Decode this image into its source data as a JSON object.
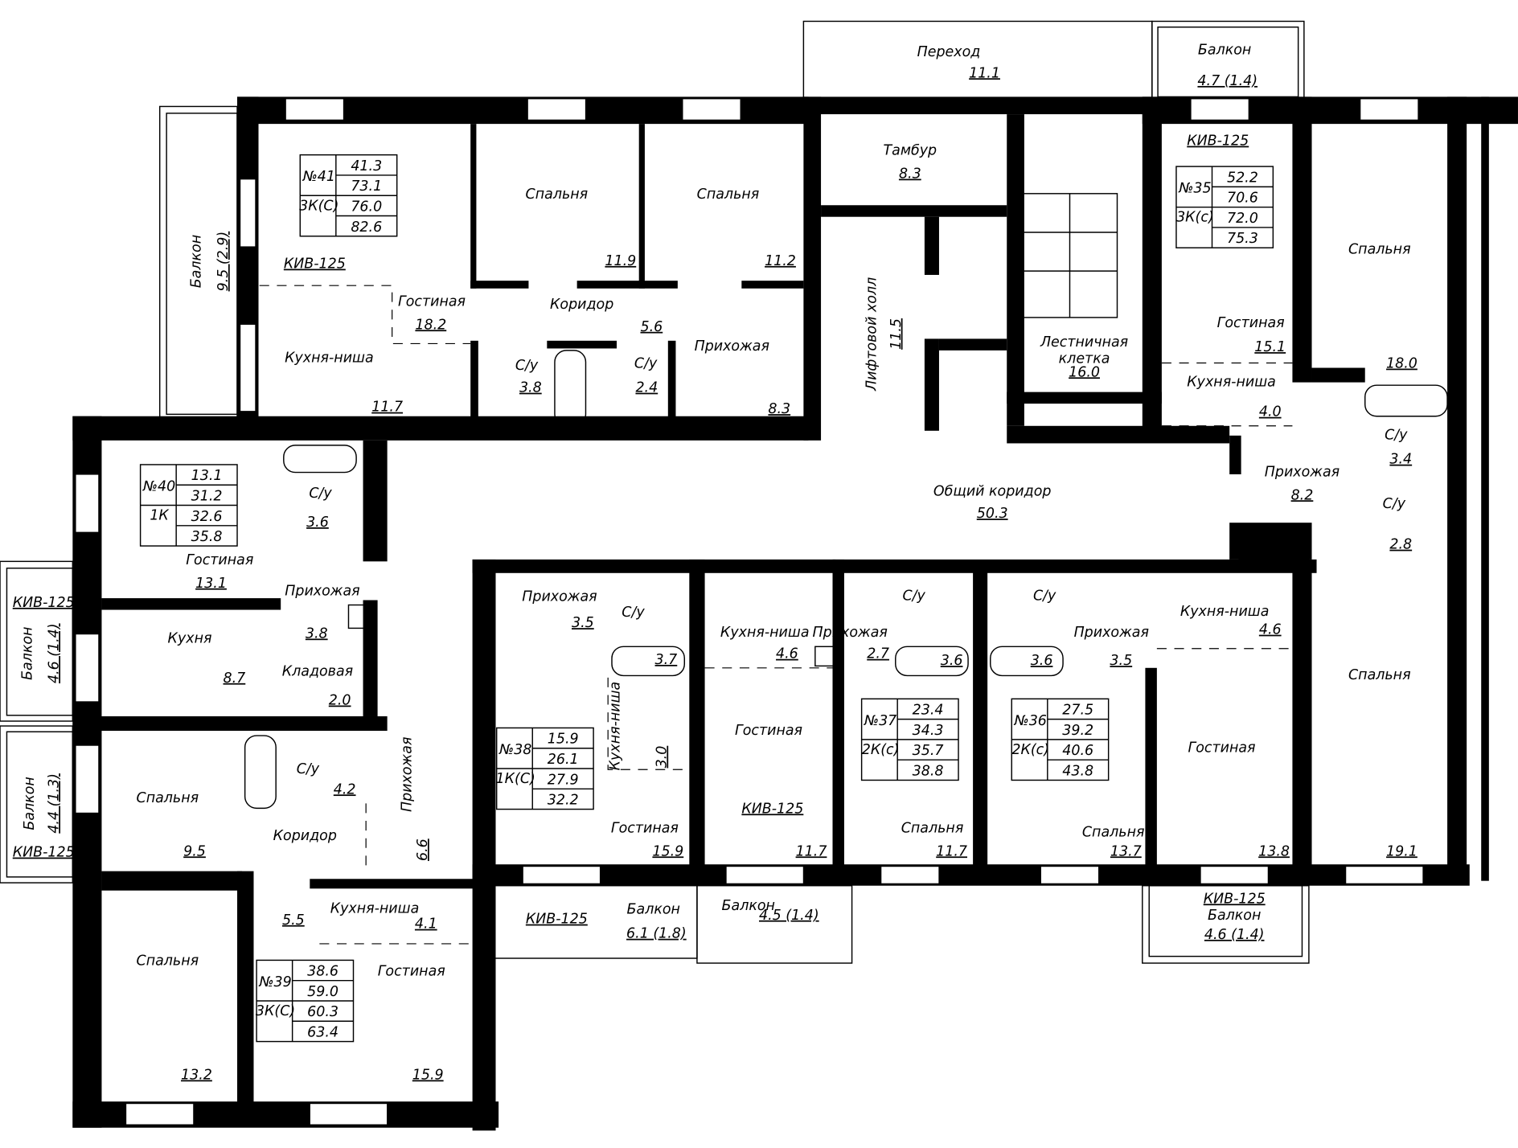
{
  "common": {
    "perekhod": {
      "name": "Переход",
      "area": "11.1"
    },
    "balcony_north": {
      "name": "Балкон",
      "area": "4.7 (1.4)"
    },
    "tambur": {
      "name": "Тамбур",
      "area": "8.3"
    },
    "lift_hall": {
      "name": "Лифтовой холл",
      "area": "11.5"
    },
    "stair": {
      "name1": "Лестничная",
      "name2": "клетка",
      "area": "16.0"
    },
    "corridor": {
      "name": "Общий коридор",
      "area": "50.3"
    }
  },
  "apartments": {
    "a41": {
      "number": "№41",
      "type": "3К(С)",
      "areas": [
        "41.3",
        "73.1",
        "76.0",
        "82.6"
      ],
      "kiv": "КИВ-125",
      "rooms": [
        {
          "name": "Балкон",
          "area": "9.5 (2.9)"
        },
        {
          "name": "Спальня",
          "area": "11.9"
        },
        {
          "name": "Спальня",
          "area": "11.2"
        },
        {
          "name": "Гостиная",
          "area": "18.2"
        },
        {
          "name": "Коридор",
          "area": "5.6"
        },
        {
          "name": "Кухня-ниша",
          "area": "11.7"
        },
        {
          "name": "С/у",
          "area": "3.8"
        },
        {
          "name": "С/у",
          "area": "2.4"
        },
        {
          "name": "Прихожая",
          "area": "8.3"
        }
      ]
    },
    "a40": {
      "number": "№40",
      "type": "1К",
      "areas": [
        "13.1",
        "31.2",
        "32.6",
        "35.8"
      ],
      "kiv": "КИВ-125",
      "rooms": [
        {
          "name": "Гостиная",
          "area": "13.1"
        },
        {
          "name": "С/у",
          "area": "3.6"
        },
        {
          "name": "Прихожая",
          "area": "3.8"
        },
        {
          "name": "Кухня",
          "area": "8.7"
        },
        {
          "name": "Кладовая",
          "area": "2.0"
        },
        {
          "name": "Балкон",
          "area": "4.6 (1.4)"
        }
      ]
    },
    "a39": {
      "number": "№39",
      "type": "3К(С)",
      "areas": [
        "38.6",
        "59.0",
        "60.3",
        "63.4"
      ],
      "kiv": "КИВ-125",
      "rooms": [
        {
          "name": "Спальня",
          "area": "9.5"
        },
        {
          "name": "С/у",
          "area": "4.2"
        },
        {
          "name": "Коридор",
          "area": null
        },
        {
          "name": "Прихожая",
          "area": "6.6"
        },
        {
          "name": null,
          "area": "5.5"
        },
        {
          "name": "Кухня-ниша",
          "area": "4.1"
        },
        {
          "name": "Спальня",
          "area": "13.2"
        },
        {
          "name": "Гостиная",
          "area": "15.9"
        },
        {
          "name": "Балкон",
          "area": "4.4 (1.3)"
        }
      ]
    },
    "a38": {
      "number": "№38",
      "type": "1К(С)",
      "areas": [
        "15.9",
        "26.1",
        "27.9",
        "32.2"
      ],
      "kiv": "КИВ-125",
      "rooms": [
        {
          "name": "Прихожая",
          "area": "3.5"
        },
        {
          "name": "С/у",
          "area": "3.7"
        },
        {
          "name": "Кухня-ниша",
          "area": "3.0"
        },
        {
          "name": "Гостиная",
          "area": "15.9"
        },
        {
          "name": "Балкон",
          "area": "6.1 (1.8)"
        }
      ]
    },
    "a37": {
      "number": "№37",
      "type": "2К(с)",
      "areas": [
        "23.4",
        "34.3",
        "35.7",
        "38.8"
      ],
      "kiv": "КИВ-125",
      "rooms": [
        {
          "name": "Кухня-ниша",
          "area": "4.6"
        },
        {
          "name": "Прихожая",
          "area": "2.7"
        },
        {
          "name": "Гостиная",
          "area": "11.7"
        },
        {
          "name": "С/у",
          "area": "3.6"
        },
        {
          "name": "Спальня",
          "area": "11.7"
        },
        {
          "name": "Балкон",
          "area": "4.5 (1.4)"
        }
      ]
    },
    "a36": {
      "number": "№36",
      "type": "2К(с)",
      "areas": [
        "27.5",
        "39.2",
        "40.6",
        "43.8"
      ],
      "kiv": "КИВ-125",
      "rooms": [
        {
          "name": "С/у",
          "area": "3.6"
        },
        {
          "name": "Прихожая",
          "area": "3.5"
        },
        {
          "name": "Кухня-ниша",
          "area": "4.6"
        },
        {
          "name": "Спальня",
          "area": "13.7"
        },
        {
          "name": "Гостиная",
          "area": "13.8"
        },
        {
          "name": "Балкон",
          "area": "4.6 (1.4)"
        }
      ]
    },
    "a35": {
      "number": "№35",
      "type": "3К(с)",
      "areas": [
        "52.2",
        "70.6",
        "72.0",
        "75.3"
      ],
      "kiv": "КИВ-125",
      "rooms": [
        {
          "name": "Гостиная",
          "area": "15.1"
        },
        {
          "name": "Кухня-ниша",
          "area": "4.0"
        },
        {
          "name": "Спальня",
          "area": "18.0"
        },
        {
          "name": "С/у",
          "area": "3.4"
        },
        {
          "name": "Прихожая",
          "area": "8.2"
        },
        {
          "name": "С/у",
          "area": "2.8"
        },
        {
          "name": "Спальня",
          "area": "19.1"
        }
      ]
    }
  }
}
